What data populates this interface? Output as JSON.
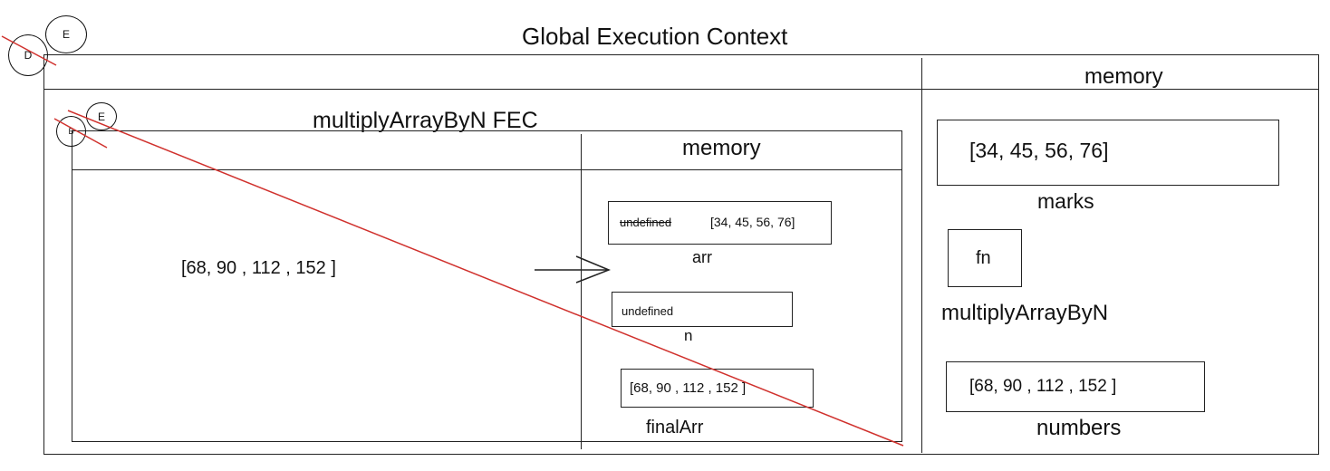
{
  "global": {
    "title": "Global Execution Context",
    "memory_label": "memory",
    "circle_e": "E",
    "circle_d": "D"
  },
  "fec": {
    "title": "multiplyArrayByN FEC",
    "memory_label": "memory",
    "circle_e": "E",
    "circle_b": "B",
    "result": "[68,  90 , 112 , 152 ]",
    "variables": [
      {
        "name": "arr",
        "old_value": "undefined",
        "value": "[34, 45, 56, 76]"
      },
      {
        "name": "n",
        "value": "undefined"
      },
      {
        "name": "finalArr",
        "value": "[68,  90 , 112 , 152 ]"
      }
    ]
  },
  "global_memory": {
    "items": [
      {
        "name": "marks",
        "value": "[34, 45, 56, 76]"
      },
      {
        "name": "multiplyArrayByN",
        "value": "fn"
      },
      {
        "name": "numbers",
        "value": "[68,  90 , 112 , 152 ]"
      }
    ]
  },
  "colors": {
    "line": "#222222",
    "strike_red": "#d0312d"
  }
}
